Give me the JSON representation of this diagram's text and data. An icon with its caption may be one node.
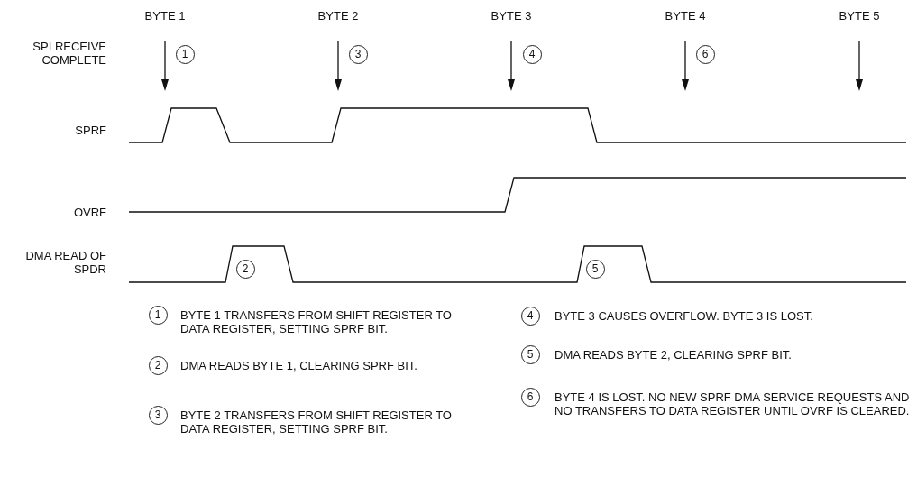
{
  "diagram": {
    "nodes": [
      {
        "text": [
          "1"
        ]
      },
      {
        "text": [
          "3"
        ]
      },
      {
        "text": [
          "4"
        ]
      },
      {
        "text": [
          "6"
        ]
      },
      {
        "text": [
          "2"
        ]
      },
      {
        "text": [
          "5"
        ]
      },
      {
        "text": [
          "1"
        ],
        "beside": [
          "BYTE 1 TRANSFERS FROM SHIFT REGISTER TO DATA REGISTER, SETTING SPRF BIT."
        ]
      },
      {
        "text": [
          "2"
        ],
        "beside": [
          "DMA READS BYTE 1, CLEARING SPRF BIT."
        ]
      },
      {
        "text": [
          "3"
        ],
        "beside": [
          "BYTE 2 TRANSFERS FROM SHIFT REGISTER TO DATA REGISTER, SETTING SPRF BIT."
        ]
      },
      {
        "text": [
          "4"
        ],
        "beside": [
          "BYTE 3 CAUSES OVERFLOW. BYTE 3 IS LOST."
        ]
      },
      {
        "text": [
          "5"
        ],
        "beside": [
          "DMA READS BYTE 2, CLEARING SPRF BIT."
        ]
      },
      {
        "text": [
          "6"
        ],
        "beside": [
          "BYTE 4 IS LOST. NO NEW SPRF DMA SERVICE REQUESTS AND NO TRANSFERS TO DATA REGISTER UNTIL OVRF IS CLEARED."
        ]
      }
    ],
    "labels": [
      "BYTE 1",
      "BYTE 2",
      "BYTE 3",
      "BYTE 4",
      "BYTE 5",
      "SPI RECEIVE COMPLETE",
      "SPRF",
      "OVRF",
      "DMA READ OF SPDR"
    ]
  }
}
